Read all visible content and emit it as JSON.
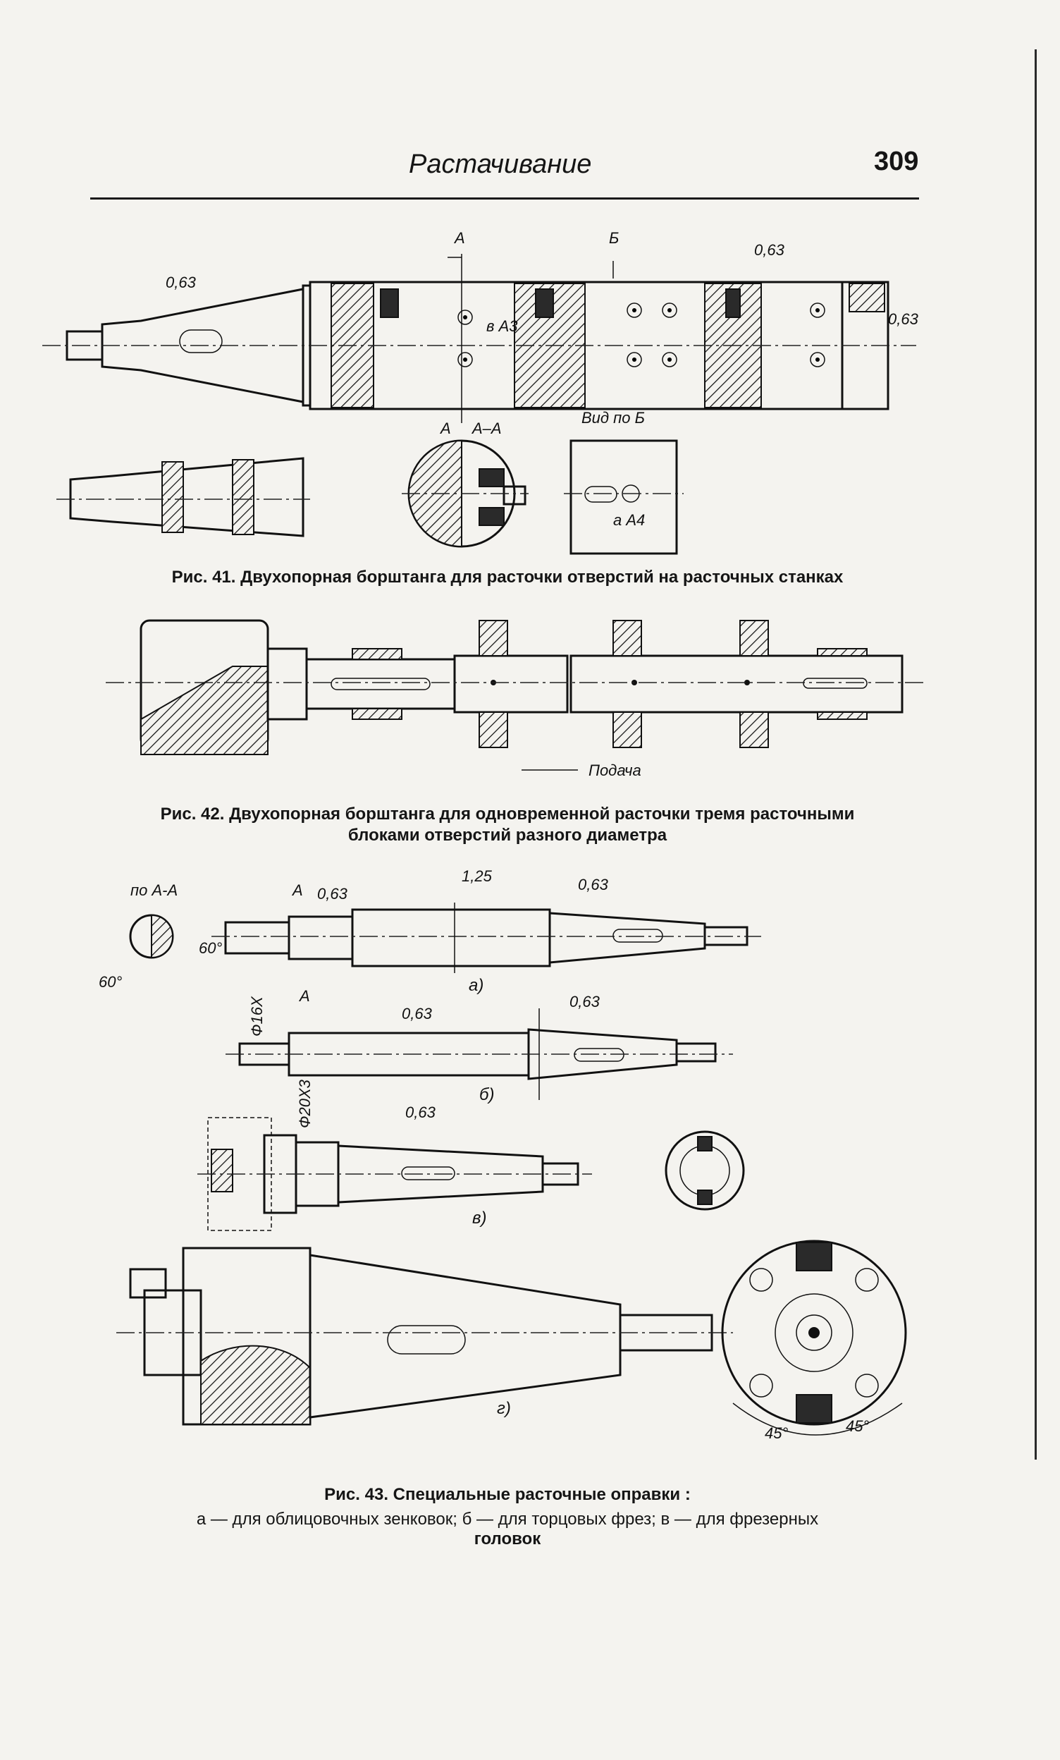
{
  "header": {
    "running_title": "Растачивание",
    "page_number": "309"
  },
  "fig41": {
    "caption": "Рис. 41. Двухопорная борштанга для расточки отверстий на расточных станках",
    "labels": {
      "roughness_left": "0,63",
      "roughness_right": "0,63",
      "roughness_end": "0,63",
      "section_mark_top": "А",
      "section_mark_bottom": "А",
      "view_mark": "Б",
      "dim_a3": "в А3",
      "section_title": "А–А",
      "view_title": "Вид по Б",
      "dim_a4": "а А4"
    }
  },
  "fig42": {
    "caption_line1": "Рис. 42. Двухопорная борштанга для одновременной расточки тремя расточными",
    "caption_line2": "блоками отверстий разного диаметра",
    "feed_label": "Подача"
  },
  "fig43": {
    "caption_title": "Рис. 43. Специальные расточные оправки :",
    "caption_legend_line1": "а — для облицовочных зенковок; б — для торцовых фрез; в — для фрезерных",
    "caption_legend_line2": "головок",
    "labels": {
      "section_aa": "по А-А",
      "angle_60_a": "60°",
      "angle_60_b": "60°",
      "mark_a_top": "А",
      "mark_a_bottom": "А",
      "rough_a1": "0,63",
      "rough_a2": "1,25",
      "rough_a3": "0,63",
      "variant_a": "а)",
      "dia_16": "Ф16Х",
      "dia_20": "Ф20Х3",
      "rough_b1": "0,63",
      "rough_b2": "0,63",
      "variant_b": "б)",
      "rough_v1": "0,63",
      "variant_v": "в)",
      "variant_g": "г)",
      "angle_45_left": "45°",
      "angle_45_right": "45°"
    }
  }
}
